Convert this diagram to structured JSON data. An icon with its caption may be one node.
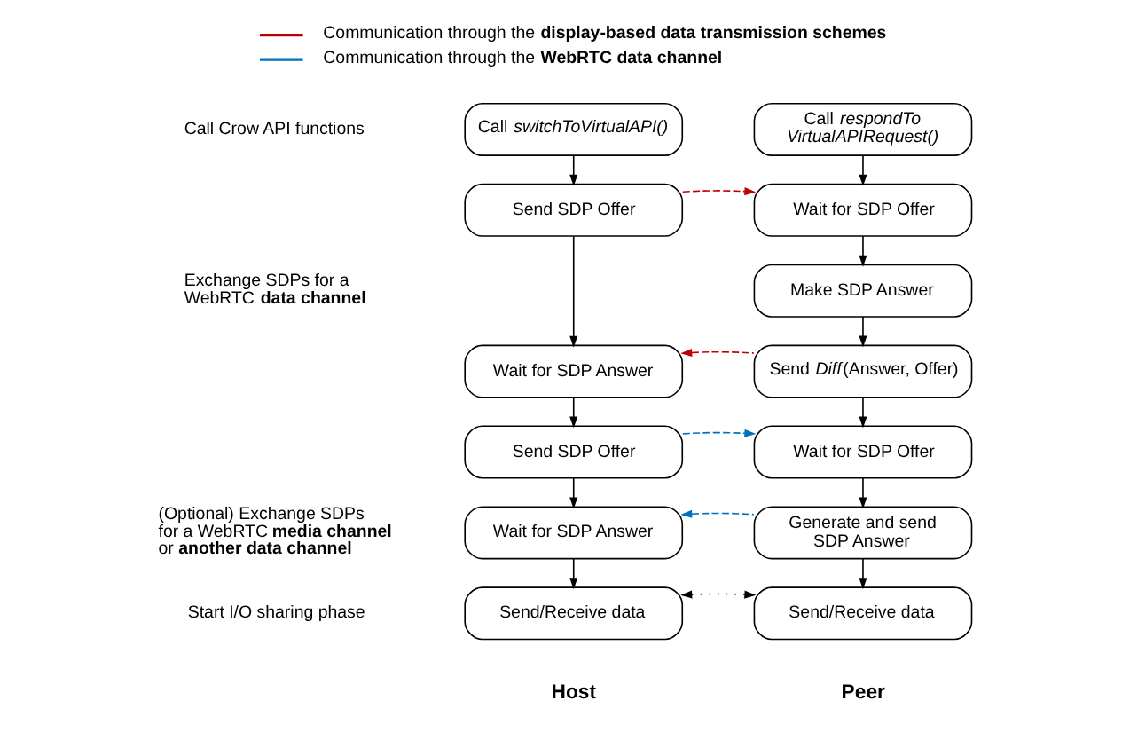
{
  "diagram": {
    "nodes": [
      {
        "text": [
          "Call *switchToVirtualAPI()*"
        ]
      },
      {
        "text": [
          "Call *respondTo VirtualAPIRequest()*"
        ]
      },
      {
        "text": [
          "Send SDP Offer"
        ]
      },
      {
        "text": [
          "Wait for SDP Offer"
        ]
      },
      {
        "text": [
          "Make SDP Answer"
        ]
      },
      {
        "text": [
          "Wait for SDP Answer"
        ]
      },
      {
        "text": [
          "Send *Diff*(Answer, Offer)"
        ]
      },
      {
        "text": [
          "Send SDP Offer"
        ]
      },
      {
        "text": [
          "Wait for SDP Offer"
        ]
      },
      {
        "text": [
          "Wait for SDP Answer"
        ]
      },
      {
        "text": [
          "Generate and send SDP Answer"
        ]
      },
      {
        "text": [
          "Send/Receive data"
        ]
      },
      {
        "text": [
          "Send/Receive data"
        ]
      }
    ],
    "edges": [
      {
        "from": 0,
        "to": 2,
        "arrow": "to"
      },
      {
        "from": 1,
        "to": 3,
        "arrow": "to"
      },
      {
        "from": 2,
        "to": 3,
        "arrow": "to",
        "style": "dashed",
        "color": "#c00000"
      },
      {
        "from": 3,
        "to": 4,
        "arrow": "to"
      },
      {
        "from": 2,
        "to": 5,
        "arrow": "to"
      },
      {
        "from": 4,
        "to": 6,
        "arrow": "to"
      },
      {
        "from": 6,
        "to": 5,
        "arrow": "to",
        "style": "dashed",
        "color": "#c00000"
      },
      {
        "from": 5,
        "to": 7,
        "arrow": "to"
      },
      {
        "from": 6,
        "to": 8,
        "arrow": "to"
      },
      {
        "from": 7,
        "to": 8,
        "arrow": "to",
        "style": "dashed",
        "color": "#0070c0"
      },
      {
        "from": 8,
        "to": 10,
        "arrow": "to"
      },
      {
        "from": 7,
        "to": 9,
        "arrow": "to"
      },
      {
        "from": 10,
        "to": 9,
        "arrow": "to",
        "style": "dashed",
        "color": "#0070c0"
      },
      {
        "from": 9,
        "to": 11,
        "arrow": "to"
      },
      {
        "from": 10,
        "to": 12,
        "arrow": "to"
      },
      {
        "from": 11,
        "to": 12,
        "arrow": "both",
        "style": "dashed"
      }
    ],
    "labels": [
      "Call Crow API functions",
      "Exchange SDPs for a WebRTC **data channel**",
      "(Optional) Exchange SDPs for a WebRTC **media channel** or **another data channel**",
      "Start I/O sharing phase",
      "Host",
      "Peer"
    ],
    "legend": [
      {
        "text": "Communication through the **display-based data transmission schemes**"
      },
      {
        "text": "Communication through the **WebRTC data channel**"
      }
    ]
  }
}
